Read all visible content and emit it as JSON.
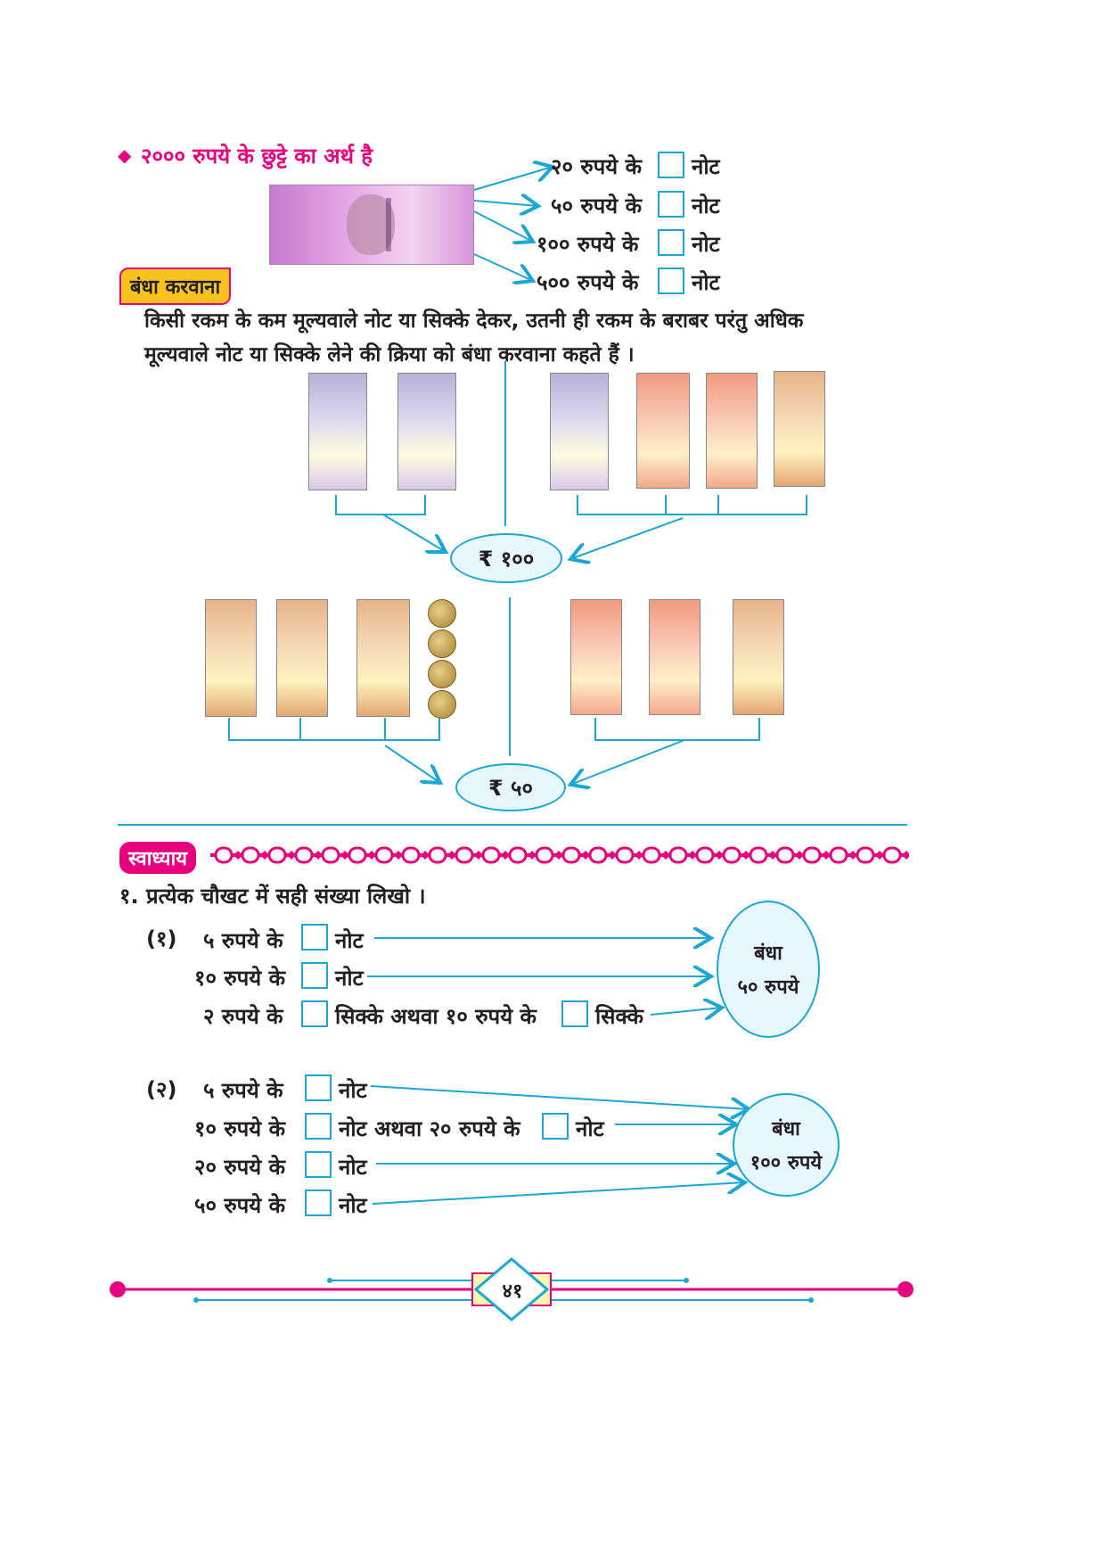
{
  "intro": {
    "bullet": "◆",
    "text": "२००० रुपये के छुट्टे का अर्थ है",
    "rows": [
      {
        "label": "२० रुपये के",
        "suffix": "नोट"
      },
      {
        "label": "५० रुपये के",
        "suffix": "नोट"
      },
      {
        "label": "१०० रुपये के",
        "suffix": "नोट"
      },
      {
        "label": "५०० रुपये के",
        "suffix": "नोट"
      }
    ]
  },
  "section": {
    "tag": "बंधा करवाना",
    "definition_line1": "किसी रकम के कम मूल्यवाले नोट या सिक्के देकर, उतनी ही रकम के बराबर परंतु अधिक",
    "definition_line2": "मूल्यवाले नोट या सिक्के लेने की क्रिया को बंधा करवाना कहते हैं ।"
  },
  "examples": {
    "total_top": "₹ १००",
    "total_bottom": "₹ ५०"
  },
  "exercise": {
    "tag": "स्वाध्याय",
    "question": "१. प्रत्येक चौखट में सही संख्या लिखो ।",
    "part1": {
      "number": "(१)",
      "rows": [
        {
          "label": "५ रुपये के",
          "suffix": "नोट"
        },
        {
          "label": "१० रुपये के",
          "suffix": "नोट"
        },
        {
          "label": "२ रुपये के",
          "suffix": "सिक्के अथवा १० रुपये के",
          "suffix2": "सिक्के"
        }
      ],
      "result_line1": "बंधा",
      "result_line2": "५० रुपये"
    },
    "part2": {
      "number": "(२)",
      "rows": [
        {
          "label": "५ रुपये के",
          "suffix": "नोट"
        },
        {
          "label": "१० रुपये के",
          "suffix": "नोट अथवा २० रुपये के",
          "suffix2": "नोट"
        },
        {
          "label": "२० रुपये के",
          "suffix": "नोट"
        },
        {
          "label": "५० रुपये के",
          "suffix": "नोट"
        }
      ],
      "result_line1": "बंधा",
      "result_line2": "१०० रुपये"
    }
  },
  "footer": {
    "page_number": "४१"
  },
  "colors": {
    "accent_pink": "#e6007e",
    "accent_cyan": "#1ca6d4",
    "tag_yellow": "#f9c21e"
  }
}
